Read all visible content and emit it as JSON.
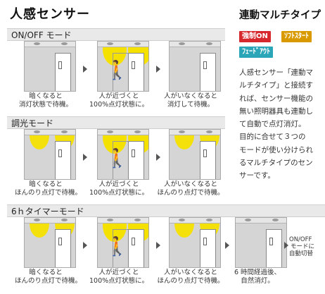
{
  "header": {
    "title": "人感センサー",
    "subtitle": "連動マルチタイプ"
  },
  "badges": [
    {
      "label": "強制ON",
      "color": "#d7282e"
    },
    {
      "label": "ｿﾌﾄｽﾀｰﾄ",
      "color": "#d99a00"
    },
    {
      "label": "ﾌｪｰﾄﾞｱｳﾄ",
      "color": "#2aa6b8"
    }
  ],
  "description_lines": [
    "人感センサー「連動マ",
    "ルチタイプ」と接続す",
    "れば、センサー機能の",
    "無い照明器具も連動し",
    "て自動で点灯消灯。",
    "目的に合せて３つの",
    "モードが使い分けられ",
    "るマルチタイプのセン",
    "サーです。"
  ],
  "sections": [
    {
      "label": "ON/OFF モード",
      "captions": [
        [
          "暗くなると",
          "消灯状態で待機。"
        ],
        [
          "人が近づくと",
          "100%点灯状態に。"
        ],
        [
          "人がいなくなると",
          "消灯して待機。"
        ]
      ]
    },
    {
      "label": "調光モード",
      "captions": [
        [
          "暗くなると",
          "ほんのり点灯で待機。"
        ],
        [
          "人が近づくと",
          "100%点灯状態に。"
        ],
        [
          "人がいなくなると",
          "ほんのり点灯で待機。"
        ]
      ]
    },
    {
      "label": "6ｈタイマーモード",
      "captions": [
        [
          "暗くなると",
          "ほんのり点灯で待機。"
        ],
        [
          "人が近づくと",
          "100%点灯状態に。"
        ],
        [
          "人がいなくなると",
          "ほんのり点灯で待機。"
        ],
        [
          "6 時間経過後、",
          "自然消灯。"
        ]
      ],
      "outro": [
        "ON/OFF",
        "モードに",
        "自動切替"
      ]
    }
  ],
  "colors": {
    "light_glow": "#f5e100",
    "bar_background": "#e9e9e9"
  },
  "icons": [
    "person-walking-icon",
    "arrow-right-icon",
    "door-icon",
    "ceiling-lamp-icon"
  ]
}
